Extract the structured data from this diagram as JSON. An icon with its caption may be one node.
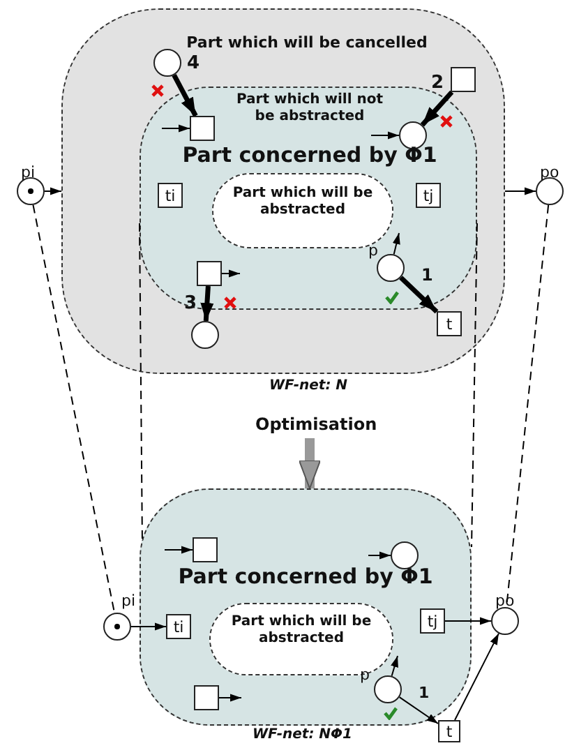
{
  "diagram": {
    "nodes": [
      {
        "text": [
          "Part which will be cancelled"
        ],
        "beside": [
          "WF-net: N"
        ]
      },
      {
        "text": [
          "Part which will not be abstracted",
          "Part concerned by Φ1"
        ],
        "in": 0
      },
      {
        "text": [
          "Part which will be abstracted"
        ],
        "in": 1
      },
      {
        "text": [],
        "shape": "circle",
        "beside": [
          "pi"
        ]
      },
      {
        "text": [],
        "shape": "circle",
        "beside": [
          "po"
        ]
      },
      {
        "text": [],
        "shape": "circle",
        "in": 0
      },
      {
        "text": [],
        "shape": "box",
        "in": 1
      },
      {
        "text": [],
        "shape": "box",
        "in": 0
      },
      {
        "text": [],
        "shape": "circle",
        "in": 1
      },
      {
        "text": [
          "ti"
        ],
        "in": 1
      },
      {
        "text": [
          "tj"
        ],
        "in": 1
      },
      {
        "text": [],
        "shape": "box",
        "in": 1
      },
      {
        "text": [],
        "shape": "circle",
        "in": 0
      },
      {
        "text": [],
        "shape": "circle",
        "in": 1,
        "beside": [
          "p"
        ]
      },
      {
        "text": [
          "t"
        ],
        "in": 0
      },
      {
        "text": [
          "Part concerned by Φ1"
        ],
        "beside": [
          "WF-net: NΦ1"
        ]
      },
      {
        "text": [
          "Part which will be abstracted"
        ],
        "in": 15
      },
      {
        "text": [],
        "shape": "circle",
        "beside": [
          "pi"
        ]
      },
      {
        "text": [
          "ti"
        ],
        "in": 15
      },
      {
        "text": [],
        "shape": "box",
        "in": 15
      },
      {
        "text": [],
        "shape": "circle",
        "in": 15
      },
      {
        "text": [
          "tj"
        ],
        "in": 15
      },
      {
        "text": [],
        "shape": "circle",
        "in": 15,
        "beside": [
          "p"
        ]
      },
      {
        "text": [],
        "shape": "box",
        "in": 15
      },
      {
        "text": [
          "t"
        ]
      },
      {
        "text": [],
        "shape": "circle",
        "beside": [
          "po"
        ]
      }
    ],
    "edges": [
      {
        "from": 3,
        "to": 0,
        "arrow": "to"
      },
      {
        "from": 0,
        "to": 4,
        "arrow": "to"
      },
      {
        "from": 5,
        "to": 6,
        "arrow": "to",
        "label": "4",
        "style": "thick"
      },
      {
        "from": 7,
        "to": 8,
        "arrow": "to",
        "label": "2",
        "style": "thick"
      },
      {
        "from": null,
        "to": 6,
        "arrow": "to"
      },
      {
        "from": null,
        "to": 8,
        "arrow": "to"
      },
      {
        "from": 11,
        "to": null,
        "arrow": "to"
      },
      {
        "from": 11,
        "to": 12,
        "arrow": "to",
        "label": "3",
        "style": "thick"
      },
      {
        "from": 13,
        "to": null,
        "arrow": "to"
      },
      {
        "from": 13,
        "to": 14,
        "arrow": "to",
        "label": "1",
        "style": "thick"
      },
      {
        "from": 0,
        "to": 15,
        "arrow": "to",
        "label": "Optimisation",
        "style": "thick",
        "color": "#999999"
      },
      {
        "from": 3,
        "to": 17,
        "arrow": "none",
        "style": "dashed"
      },
      {
        "from": 1,
        "to": 15,
        "arrow": "none",
        "style": "dashed"
      },
      {
        "from": 1,
        "to": 15,
        "arrow": "none",
        "style": "dashed"
      },
      {
        "from": 4,
        "to": 25,
        "arrow": "none",
        "style": "dashed"
      },
      {
        "from": 17,
        "to": 18,
        "arrow": "to"
      },
      {
        "from": null,
        "to": 19,
        "arrow": "to"
      },
      {
        "from": null,
        "to": 20,
        "arrow": "to"
      },
      {
        "from": 21,
        "to": 25,
        "arrow": "to"
      },
      {
        "from": 22,
        "to": null,
        "arrow": "to"
      },
      {
        "from": 22,
        "to": 24,
        "arrow": "to",
        "label": "1"
      },
      {
        "from": 23,
        "to": null,
        "arrow": "to"
      },
      {
        "from": 24,
        "to": 25,
        "arrow": "to"
      }
    ]
  }
}
